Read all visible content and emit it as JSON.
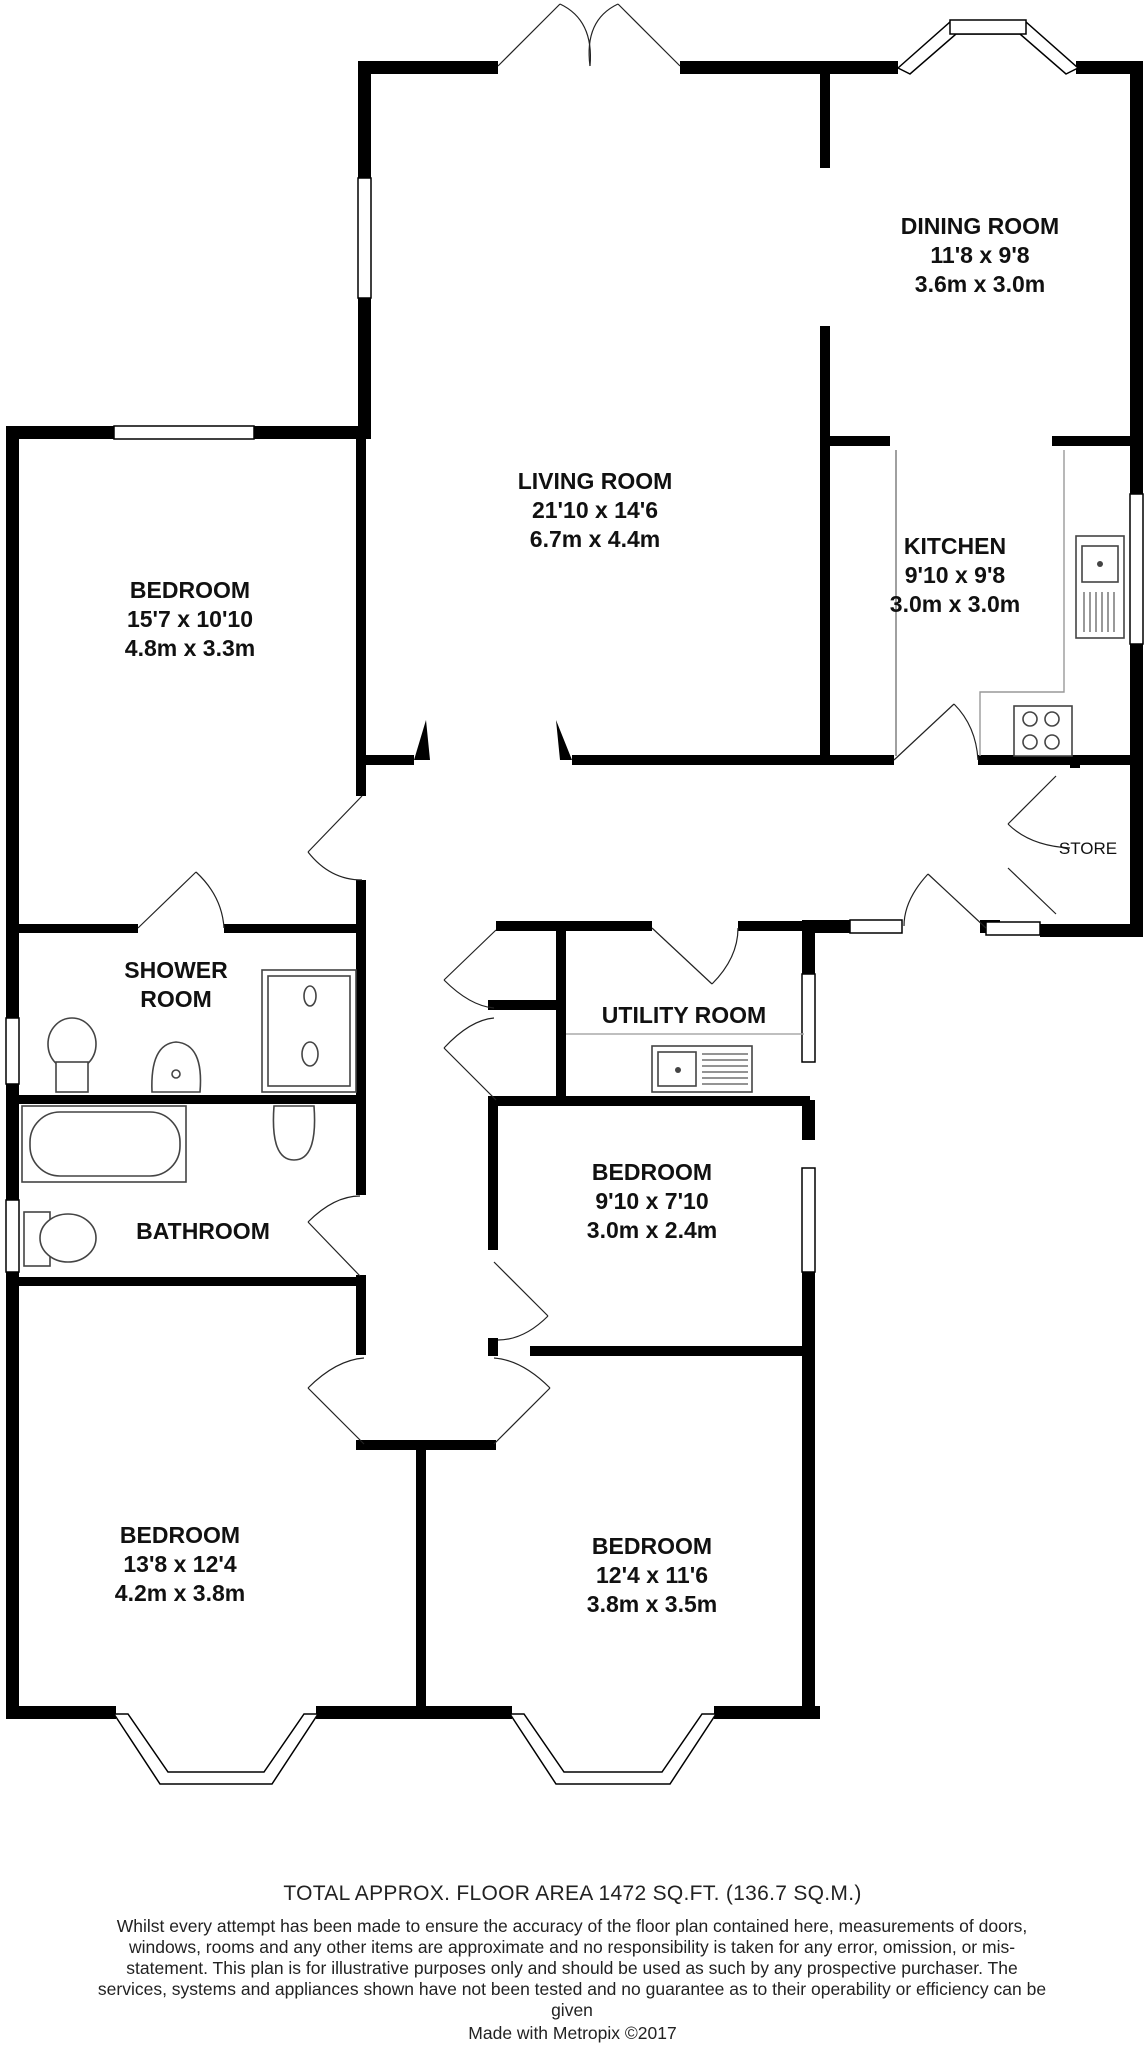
{
  "rooms": [
    {
      "id": "dining-room",
      "name": "DINING ROOM",
      "imperial": "11'8 x 9'8",
      "metric": "3.6m x 3.0m"
    },
    {
      "id": "living-room",
      "name": "LIVING ROOM",
      "imperial": "21'10 x 14'6",
      "metric": "6.7m x 4.4m"
    },
    {
      "id": "kitchen",
      "name": "KITCHEN",
      "imperial": "9'10 x 9'8",
      "metric": "3.0m x 3.0m"
    },
    {
      "id": "bedroom-1",
      "name": "BEDROOM",
      "imperial": "15'7 x 10'10",
      "metric": "4.8m x 3.3m"
    },
    {
      "id": "bedroom-2",
      "name": "BEDROOM",
      "imperial": "9'10 x 7'10",
      "metric": "3.0m x 2.4m"
    },
    {
      "id": "bedroom-3",
      "name": "BEDROOM",
      "imperial": "13'8 x 12'4",
      "metric": "4.2m x 3.8m"
    },
    {
      "id": "bedroom-4",
      "name": "BEDROOM",
      "imperial": "12'4 x 11'6",
      "metric": "3.8m x 3.5m"
    }
  ],
  "unlabeled_rooms": {
    "shower_line1": "SHOWER",
    "shower_line2": "ROOM",
    "bathroom": "BATHROOM",
    "utility": "UTILITY ROOM",
    "store": "STORE"
  },
  "footer": {
    "total_area": "TOTAL APPROX. FLOOR AREA 1472 SQ.FT. (136.7 SQ.M.)",
    "disclaimer": "Whilst every attempt has been made to ensure the accuracy of the floor plan contained here, measurements of doors, windows, rooms and any other items are approximate and no responsibility is taken for any error, omission, or mis-statement. This plan is for illustrative purposes only and should be used as such by any prospective purchaser. The services, systems and appliances shown have not been tested and no guarantee as to their operability or efficiency can be given",
    "credit": "Made with Metropix ©2017"
  },
  "colors": {
    "wall": "#000000",
    "background": "#ffffff",
    "text": "#111111"
  }
}
